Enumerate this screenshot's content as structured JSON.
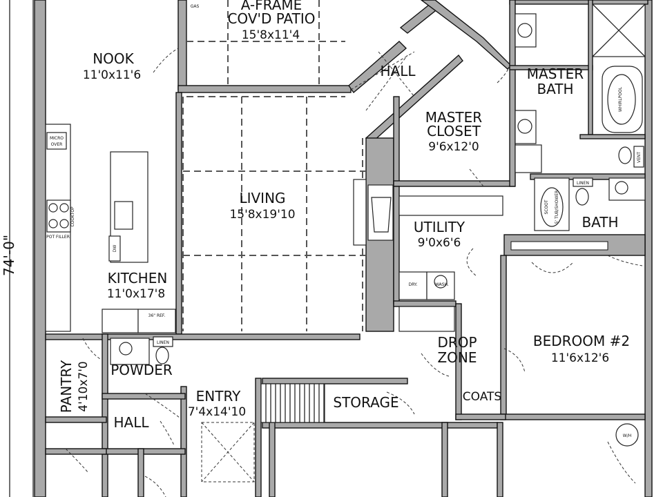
{
  "dimension": {
    "overall_depth": "74'-0\""
  },
  "rooms": {
    "patio": {
      "name": "A-FRAME",
      "name2": "COV'D PATIO",
      "size": "15'8x11'4"
    },
    "nook": {
      "name": "NOOK",
      "size": "11'0x11'6"
    },
    "hall_top": {
      "name": "HALL"
    },
    "master_bath": {
      "name": "MASTER",
      "name2": "BATH"
    },
    "master_closet": {
      "name": "MASTER",
      "name2": "CLOSET",
      "size": "9'6x12'0"
    },
    "living": {
      "name": "LIVING",
      "size": "15'8x19'10"
    },
    "kitchen": {
      "name": "KITCHEN",
      "size": "11'0x17'8"
    },
    "utility": {
      "name": "UTILITY",
      "size": "9'0x6'6"
    },
    "bath": {
      "name": "BATH"
    },
    "bedroom2": {
      "name": "BEDROOM #2",
      "size": "11'6x12'6"
    },
    "drop_zone": {
      "name": "DROP",
      "name2": "ZONE"
    },
    "coats": {
      "name": "COATS"
    },
    "pantry": {
      "name": "PANTRY",
      "size": "4'10x7'0"
    },
    "powder": {
      "name": "POWDER"
    },
    "entry": {
      "name": "ENTRY",
      "size": "7'4x14'10"
    },
    "storage": {
      "name": "STORAGE"
    },
    "hall_bottom": {
      "name": "HALL"
    }
  },
  "fixtures": {
    "gas": "GAS",
    "micro": "MICRO",
    "micro2": "OVER",
    "cooktop": "COOKTOP",
    "pot_filler": "POT FILLER",
    "dw": "DW",
    "ref": "36\" REF.",
    "linen_powder": "LINEN",
    "linen_bath": "LINEN",
    "dryer": "DRY.",
    "washer": "WASH.",
    "tub": "5' TUB/SHOWER",
    "tub_scoot": "SCOOT",
    "vent": "VENT",
    "whirlpool": "WHIRLPOOL",
    "water_heater": "W/H"
  }
}
